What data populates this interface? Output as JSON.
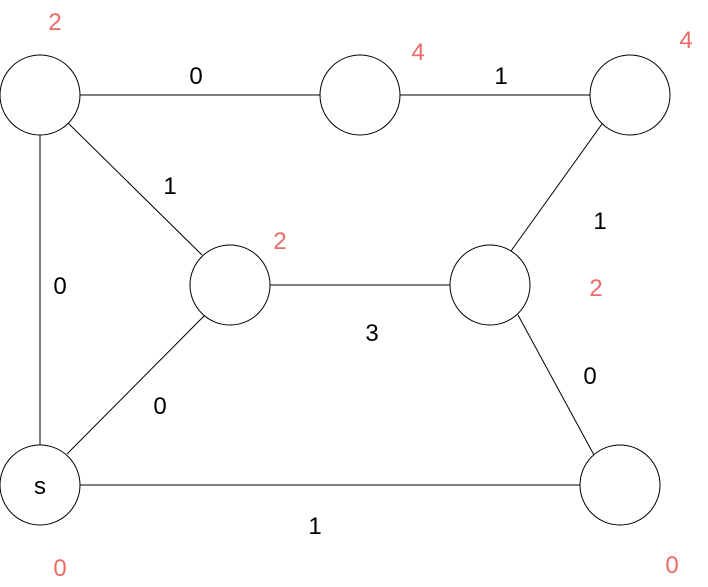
{
  "colors": {
    "distance": "#ea6b66",
    "stroke": "#000000"
  },
  "nodes": [
    {
      "id": "a",
      "label": "",
      "distance": "2"
    },
    {
      "id": "b",
      "label": "",
      "distance": "4"
    },
    {
      "id": "c",
      "label": "",
      "distance": "4"
    },
    {
      "id": "d",
      "label": "",
      "distance": "2"
    },
    {
      "id": "e",
      "label": "",
      "distance": "2"
    },
    {
      "id": "s",
      "label": "s",
      "distance": "0"
    },
    {
      "id": "f",
      "label": "",
      "distance": "0"
    }
  ],
  "edges": [
    {
      "from": "a",
      "to": "b",
      "weight": "0"
    },
    {
      "from": "b",
      "to": "c",
      "weight": "1"
    },
    {
      "from": "a",
      "to": "d",
      "weight": "1"
    },
    {
      "from": "a",
      "to": "s",
      "weight": "0"
    },
    {
      "from": "c",
      "to": "e",
      "weight": "1"
    },
    {
      "from": "d",
      "to": "e",
      "weight": "3"
    },
    {
      "from": "d",
      "to": "s",
      "weight": "0"
    },
    {
      "from": "e",
      "to": "f",
      "weight": "0"
    },
    {
      "from": "s",
      "to": "f",
      "weight": "1"
    }
  ]
}
